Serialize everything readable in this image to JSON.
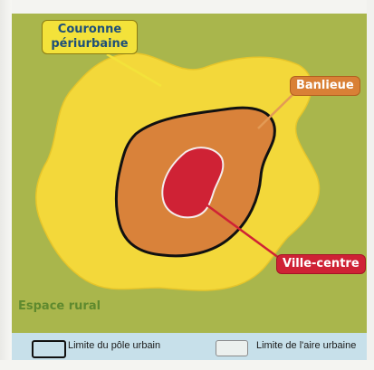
{
  "labels": {
    "couronne": "Couronne périurbaine",
    "banlieue": "Banlieue",
    "ville_centre": "Ville-centre",
    "espace_rural": "Espace rural"
  },
  "legend": {
    "pole": "Limite du pôle urbain",
    "aire": "Limite de l'aire urbaine"
  },
  "colors": {
    "rural": "#a9b64c",
    "couronne": "#f3d83a",
    "banlieue": "#d9823a",
    "ville_centre": "#cf2235",
    "legend_bg": "#c7e0ea"
  }
}
